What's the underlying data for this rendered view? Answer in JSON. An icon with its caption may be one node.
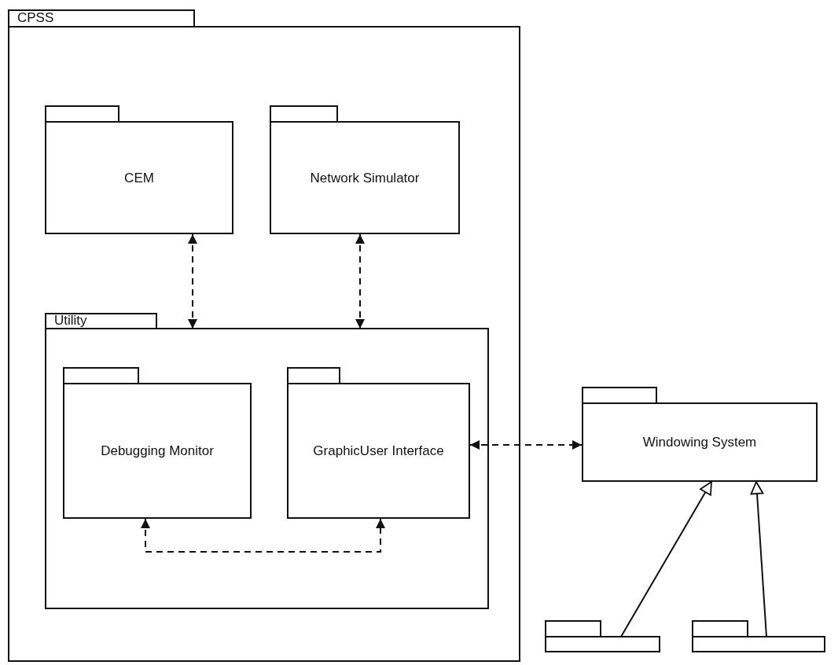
{
  "diagram": {
    "nodes": [
      {
        "text": [
          "CPSS"
        ]
      },
      {
        "text": [
          "CEM"
        ],
        "in": 0
      },
      {
        "text": [
          "Network Simulator"
        ],
        "in": 0
      },
      {
        "text": [
          "Utility"
        ],
        "in": 0
      },
      {
        "text": [
          "Debugging Monitor"
        ],
        "in": 3
      },
      {
        "text": [
          "GraphicUser Interface"
        ],
        "in": 3
      },
      {
        "text": [
          "Windowing System"
        ]
      },
      {
        "text": [],
        "shape": "folder"
      },
      {
        "text": [],
        "shape": "folder"
      }
    ],
    "edges": [
      {
        "from": 1,
        "to": 3,
        "arrow": "both",
        "style": "dashed"
      },
      {
        "from": 2,
        "to": 3,
        "arrow": "both",
        "style": "dashed"
      },
      {
        "from": 5,
        "to": 6,
        "arrow": "both",
        "style": "dashed"
      },
      {
        "from": 4,
        "to": 5,
        "arrow": "both",
        "style": "dashed"
      },
      {
        "from": 7,
        "to": 6,
        "arrow": "to"
      },
      {
        "from": 8,
        "to": 6,
        "arrow": "to"
      }
    ]
  }
}
